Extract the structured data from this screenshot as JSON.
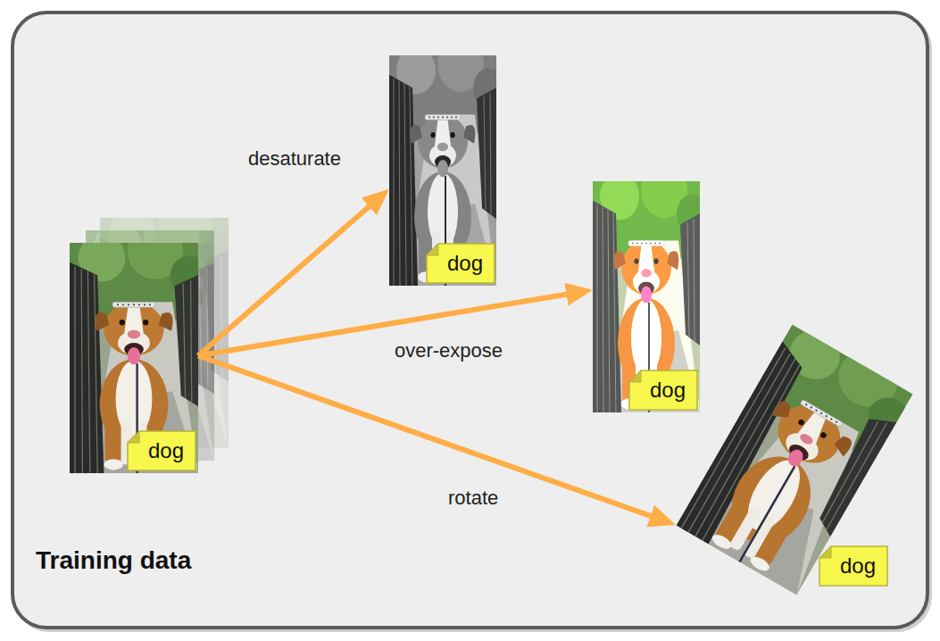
{
  "diagram": {
    "nodes": [
      {
        "text": [
          "Training data"
        ]
      },
      {
        "text": [
          "dog"
        ],
        "in": 0
      },
      {
        "text": [
          "dog"
        ],
        "in": 0
      },
      {
        "text": [
          "dog"
        ],
        "in": 0
      },
      {
        "text": [
          "dog"
        ],
        "in": 0
      }
    ],
    "edges": [
      {
        "from": 1,
        "to": 2,
        "arrow": "to",
        "label": "desaturate"
      },
      {
        "from": 1,
        "to": 3,
        "arrow": "to",
        "label": "over-expose"
      },
      {
        "from": 1,
        "to": 4,
        "arrow": "to",
        "label": "rotate"
      }
    ]
  }
}
